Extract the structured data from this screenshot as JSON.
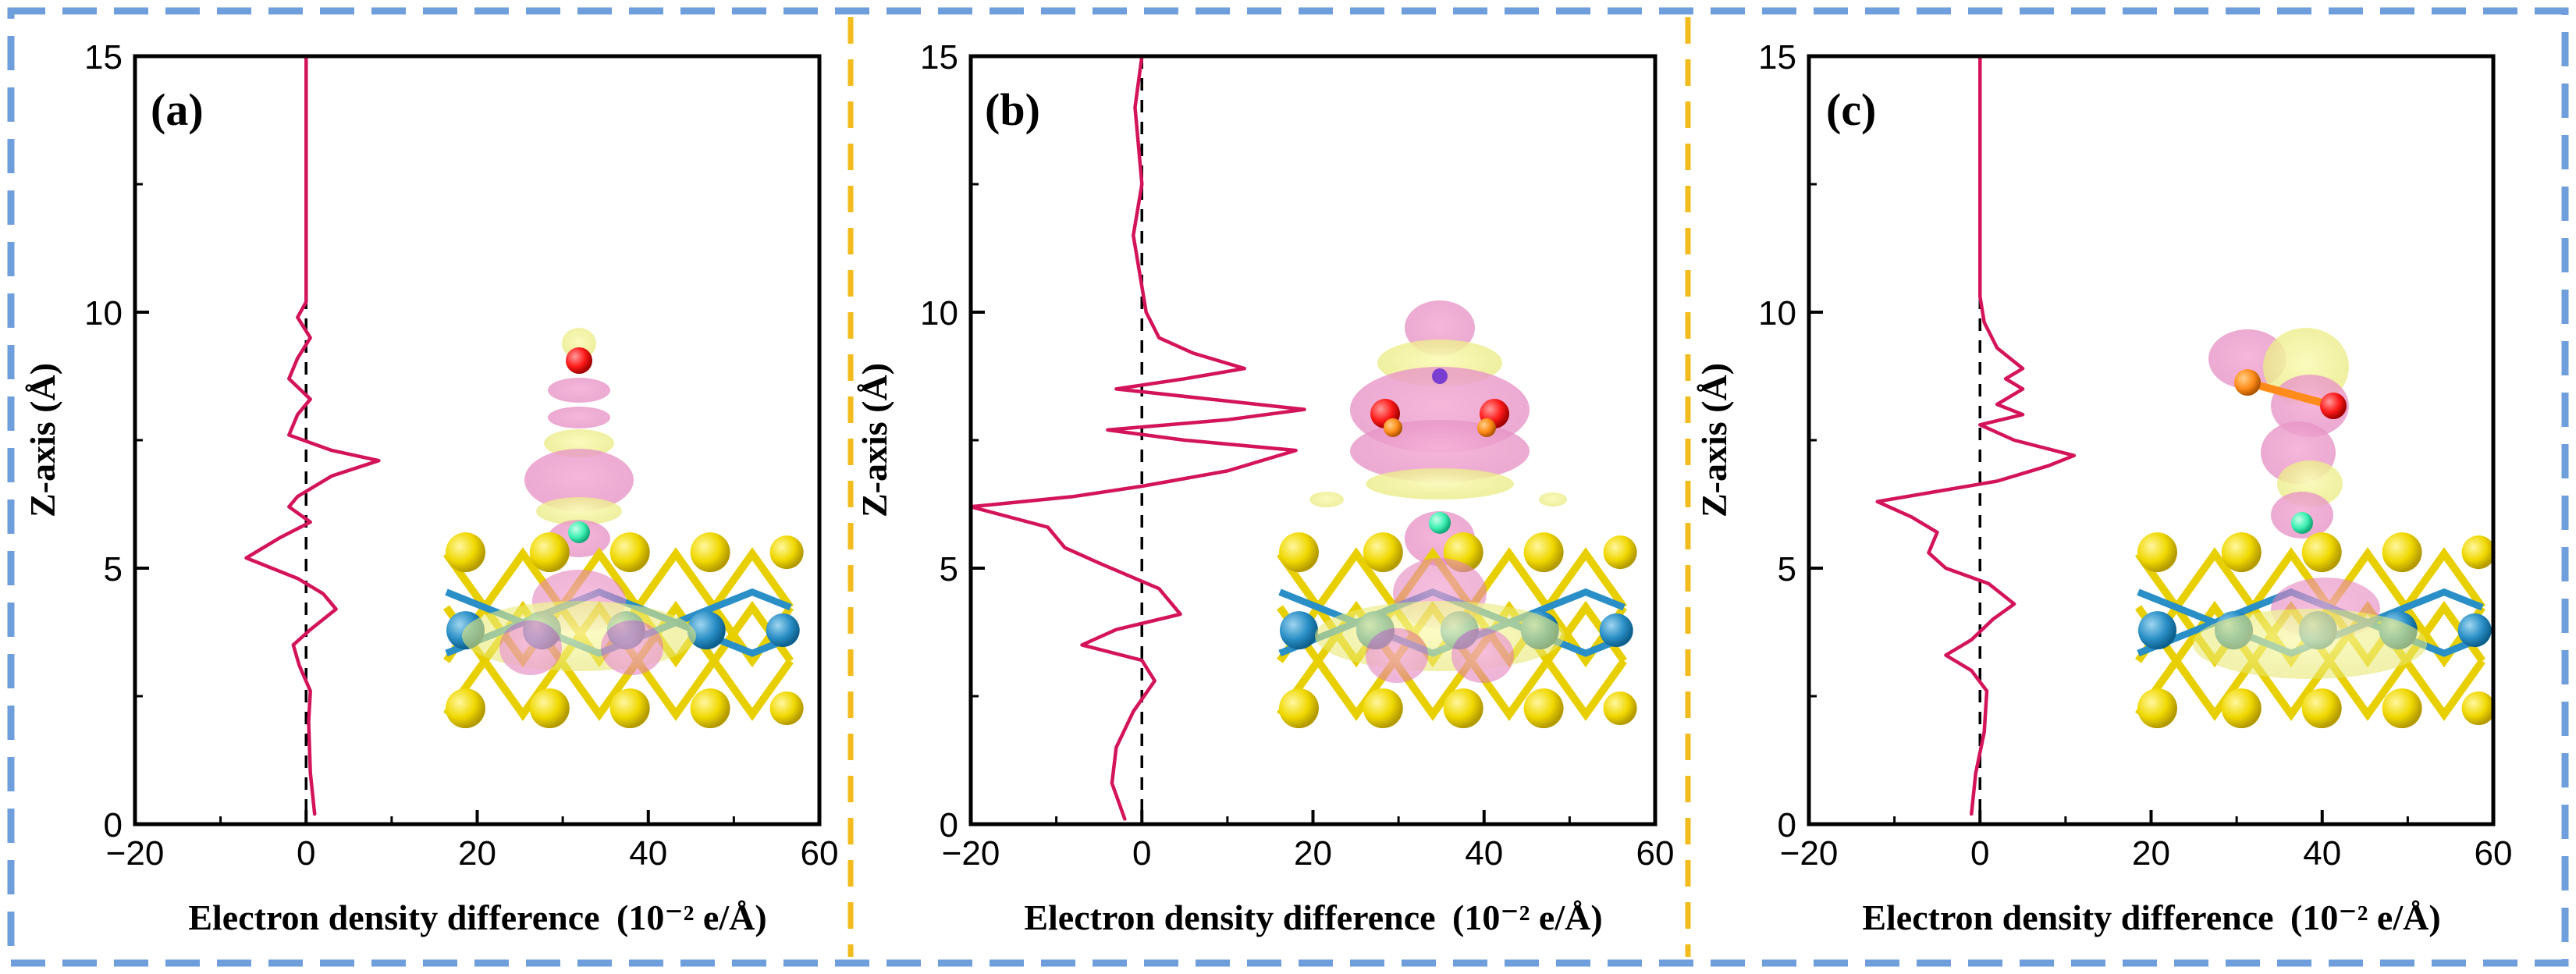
{
  "frame": {
    "outer_border_color": "#6f9edc",
    "separator_color": "#f3bc1e"
  },
  "chart_data": [
    {
      "type": "line",
      "panel": "(a)",
      "xlabel": "Electron density difference",
      "xlabel_unit": "(10⁻² e/Å)",
      "ylabel": "Z-axis (Å)",
      "xlim": [
        -20,
        60
      ],
      "ylim": [
        0,
        15
      ],
      "xticks": [
        -20,
        0,
        20,
        40,
        60
      ],
      "yticks": [
        0,
        5,
        10,
        15
      ],
      "line_color": "#d4145a",
      "zero_line": "dashed",
      "inset": "charge density difference isosurface of adsorbate on MoS2 layer",
      "series": [
        {
          "points": [
            [
              1,
              0.2
            ],
            [
              0.5,
              1.0
            ],
            [
              0.3,
              2.0
            ],
            [
              0.5,
              2.6
            ],
            [
              -0.8,
              3.1
            ],
            [
              -1.5,
              3.5
            ],
            [
              0.5,
              3.8
            ],
            [
              3.5,
              4.2
            ],
            [
              2,
              4.5
            ],
            [
              -1,
              4.8
            ],
            [
              -7,
              5.2
            ],
            [
              -3,
              5.6
            ],
            [
              0.5,
              5.9
            ],
            [
              -2,
              6.2
            ],
            [
              -1,
              6.4
            ],
            [
              3,
              6.8
            ],
            [
              8.5,
              7.1
            ],
            [
              3,
              7.3
            ],
            [
              -2,
              7.6
            ],
            [
              -1,
              8.0
            ],
            [
              0.5,
              8.3
            ],
            [
              -2,
              8.7
            ],
            [
              -1,
              9.1
            ],
            [
              0.5,
              9.5
            ],
            [
              -1,
              9.9
            ],
            [
              0,
              10.2
            ],
            [
              0,
              15
            ]
          ]
        }
      ]
    },
    {
      "type": "line",
      "panel": "(b)",
      "xlabel": "Electron density difference",
      "xlabel_unit": "(10⁻² e/Å)",
      "ylabel": "Z-axis (Å)",
      "xlim": [
        -20,
        60
      ],
      "ylim": [
        0,
        15
      ],
      "xticks": [
        -20,
        0,
        20,
        40,
        60
      ],
      "yticks": [
        0,
        5,
        10,
        15
      ],
      "line_color": "#d4145a",
      "zero_line": "dashed",
      "inset": "charge density difference isosurface of adsorbate on MoS2 layer",
      "series": [
        {
          "points": [
            [
              -2,
              0.1
            ],
            [
              -3.5,
              0.8
            ],
            [
              -3,
              1.5
            ],
            [
              -1,
              2.2
            ],
            [
              1.5,
              2.8
            ],
            [
              0,
              3.2
            ],
            [
              -7,
              3.5
            ],
            [
              -3,
              3.8
            ],
            [
              4.5,
              4.1
            ],
            [
              2,
              4.6
            ],
            [
              -5,
              5.1
            ],
            [
              -9,
              5.4
            ],
            [
              -11,
              5.8
            ],
            [
              -20,
              6.2
            ],
            [
              -8,
              6.4
            ],
            [
              0,
              6.6
            ],
            [
              10,
              6.9
            ],
            [
              18,
              7.3
            ],
            [
              5,
              7.5
            ],
            [
              -4,
              7.7
            ],
            [
              10,
              7.9
            ],
            [
              19,
              8.1
            ],
            [
              8,
              8.3
            ],
            [
              -3,
              8.5
            ],
            [
              5,
              8.7
            ],
            [
              12,
              8.9
            ],
            [
              6,
              9.2
            ],
            [
              2,
              9.5
            ],
            [
              0.5,
              10.0
            ],
            [
              0,
              10.5
            ],
            [
              -1,
              11.5
            ],
            [
              0,
              12.5
            ],
            [
              -0.8,
              14.0
            ],
            [
              0,
              15
            ]
          ]
        }
      ]
    },
    {
      "type": "line",
      "panel": "(c)",
      "xlabel": "Electron density difference",
      "xlabel_unit": "(10⁻² e/Å)",
      "ylabel": "Z-axis (Å)",
      "xlim": [
        -20,
        60
      ],
      "ylim": [
        0,
        15
      ],
      "xticks": [
        -20,
        0,
        20,
        40,
        60
      ],
      "yticks": [
        0,
        5,
        10,
        15
      ],
      "line_color": "#d4145a",
      "zero_line": "dashed",
      "inset": "charge density difference isosurface of adsorbate on MoS2 layer",
      "series": [
        {
          "points": [
            [
              -1,
              0.2
            ],
            [
              -0.5,
              1.0
            ],
            [
              0.5,
              1.8
            ],
            [
              0.8,
              2.6
            ],
            [
              -1,
              3.0
            ],
            [
              -4,
              3.3
            ],
            [
              -1,
              3.6
            ],
            [
              1.5,
              4.0
            ],
            [
              4,
              4.3
            ],
            [
              1,
              4.7
            ],
            [
              -4,
              5.0
            ],
            [
              -6,
              5.3
            ],
            [
              -5,
              5.7
            ],
            [
              -8,
              6.0
            ],
            [
              -12,
              6.3
            ],
            [
              -5,
              6.5
            ],
            [
              2,
              6.7
            ],
            [
              8,
              7.0
            ],
            [
              11,
              7.2
            ],
            [
              4,
              7.5
            ],
            [
              0,
              7.8
            ],
            [
              5,
              8.0
            ],
            [
              2,
              8.2
            ],
            [
              5,
              8.5
            ],
            [
              3,
              8.7
            ],
            [
              5,
              8.9
            ],
            [
              2,
              9.3
            ],
            [
              0.5,
              9.8
            ],
            [
              0,
              10.3
            ],
            [
              0,
              15
            ]
          ]
        }
      ]
    }
  ]
}
